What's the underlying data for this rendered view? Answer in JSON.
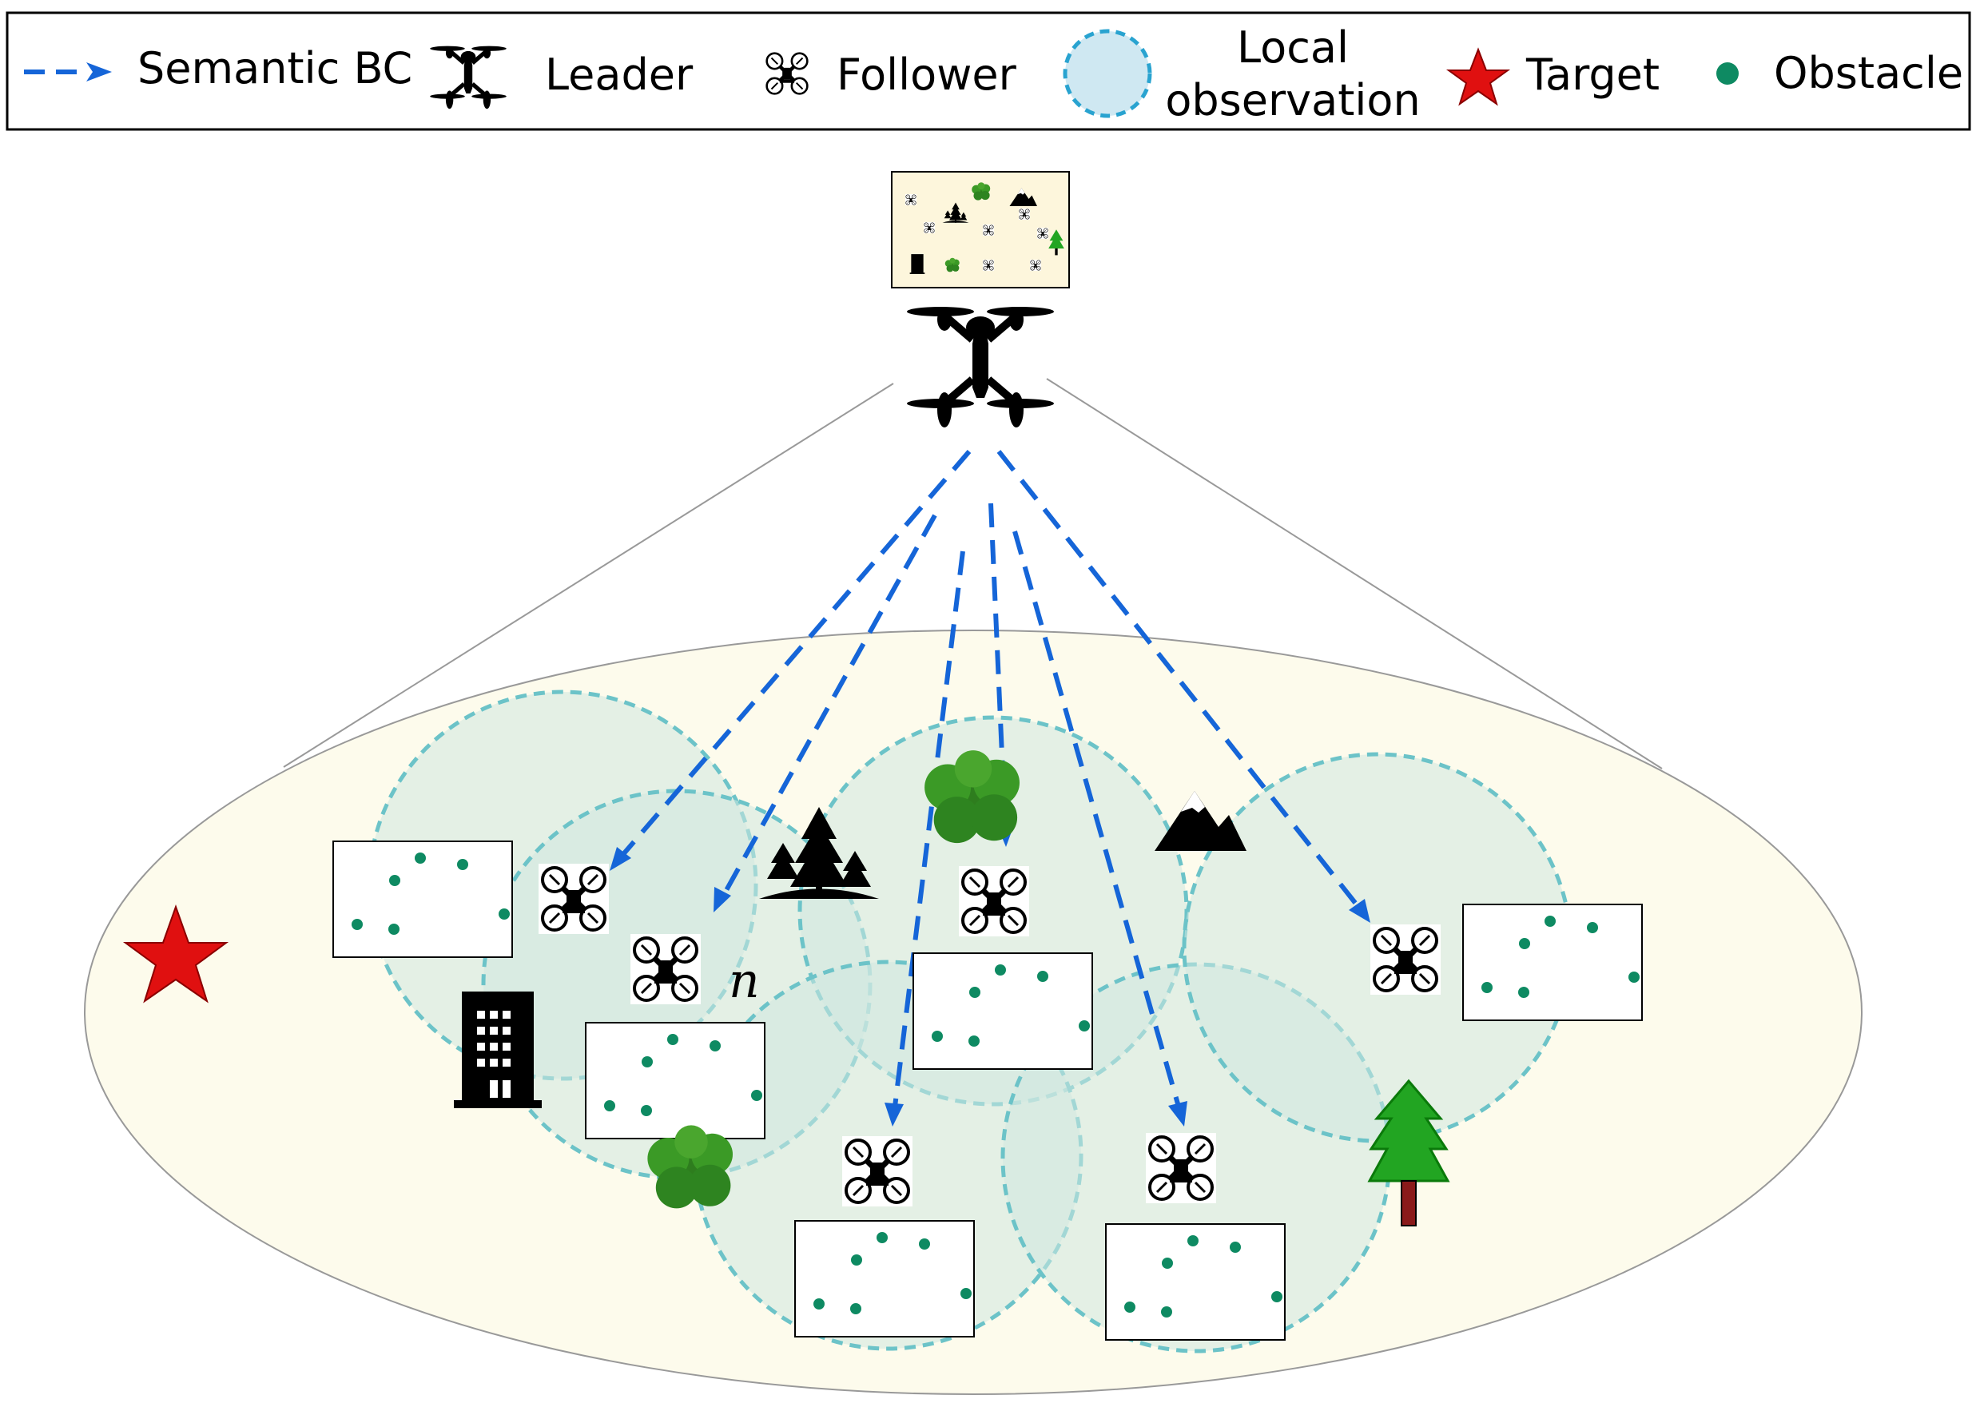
{
  "legend": {
    "semantic_bc": "Semantic BC",
    "leader": "Leader",
    "follower": "Follower",
    "local_observation_line1": "Local",
    "local_observation_line2": "observation",
    "target": "Target",
    "obstacle": "Obstacle"
  },
  "annotations": {
    "follower_index": "n"
  },
  "colors": {
    "semantic_bc_arrow": "#1565d8",
    "obstacle_dot": "#0e8a62",
    "target_star": "#e01010",
    "observation_fill": "#d4ece6",
    "observation_border": "#6cc3c8",
    "field_fill": "#fdfbec",
    "tree_green": "#22a522",
    "legend_circle_fill": "#cfe8f2",
    "legend_circle_border": "#29a3d0"
  },
  "icons": [
    "leader-drone-icon",
    "follower-drone-icon",
    "target-star-icon",
    "building-icon",
    "forest-icon",
    "bush-icon",
    "mountain-icon",
    "pine-tree-icon",
    "semantic-map-icon"
  ]
}
